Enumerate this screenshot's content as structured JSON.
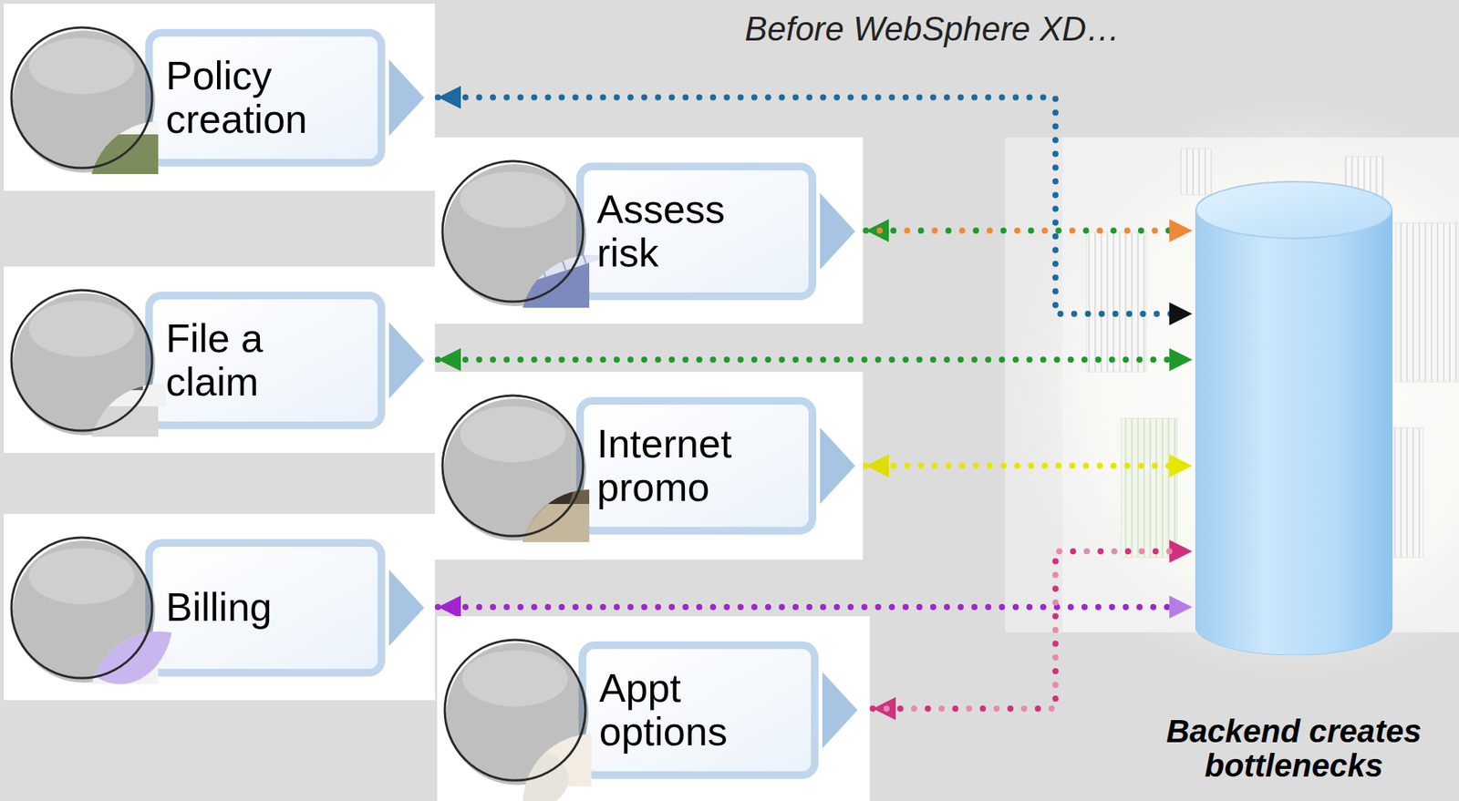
{
  "diagram": {
    "title": "Before WebSphere XD…",
    "nodes": [
      {
        "text": [
          "Policy creation"
        ]
      },
      {
        "text": [
          "Assess risk"
        ]
      },
      {
        "text": [
          "File a claim"
        ]
      },
      {
        "text": [
          "Internet promo"
        ]
      },
      {
        "text": [
          "Billing"
        ]
      },
      {
        "text": [
          "Appt options"
        ]
      },
      {
        "text": [
          "Backend creates bottlenecks"
        ]
      }
    ],
    "edges": [
      {
        "from": 0,
        "to": 6,
        "arrow": "both"
      },
      {
        "from": 1,
        "to": 6,
        "arrow": "both"
      },
      {
        "from": 2,
        "to": 6,
        "arrow": "both"
      },
      {
        "from": 3,
        "to": 6,
        "arrow": "both"
      },
      {
        "from": 4,
        "to": 6,
        "arrow": "both"
      },
      {
        "from": 5,
        "to": 6,
        "arrow": "both"
      }
    ]
  }
}
